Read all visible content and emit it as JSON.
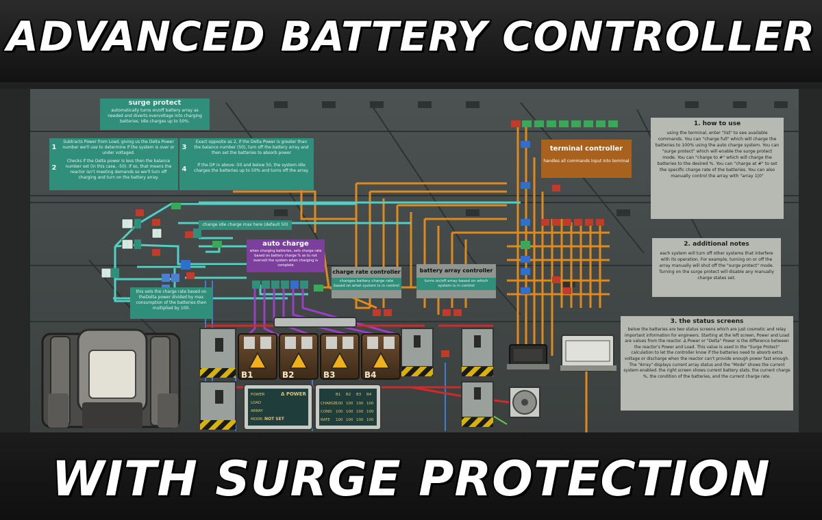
{
  "banner": {
    "top": "ADVANCED BATTERY CONTROLLER",
    "bottom": "WITH SURGE PROTECTION"
  },
  "surge_protect": {
    "title": "surge protect",
    "text": "automatically turns on/off battery array as needed and diverts overvoltage into charging batteries. Idle charges up to 50%."
  },
  "logic_notes": [
    {
      "num": "1",
      "text": "Subtracts Power from Load, giving us the Delta Power number we'll use to determine if the system is over or under voltaged."
    },
    {
      "num": "2",
      "text": "Checks if the Delta power is less then the balance number set (in this case, -50). If so, that means the reactor isn't meeting demands so we'll turn off charging and turn on the battery array."
    },
    {
      "num": "3",
      "text": "Exact opposite as 2, if the Delta Power is greater than the balance number (50), turn off the battery array and then set the batteries to absorb power"
    },
    {
      "num": "4",
      "text": "If the DP in above -50 and below 50, the system idle charges the batteries up to 50% and turns off the array."
    }
  ],
  "idle_charge_note": "change idle charge max here (default 50)",
  "auto_charge": {
    "title": "auto charge",
    "text": "when charging batteries, sets charge rate based on battery charge % as to not overvolt the system when charging is complete"
  },
  "delta_note": "this sets the charge rate based on theDelta power divided by max consumption of the batteries then multiplied by 100.",
  "charge_rate_controller": {
    "title": "charge rate controller",
    "text": "changes battery charge rate based on what system is in control"
  },
  "battery_array_controller": {
    "title": "battery array controller",
    "text": "turns on/off array based on which system is in control"
  },
  "terminal_controller": {
    "title": "terminal controller",
    "text": "handles all commands input into terminal"
  },
  "how_to_use": {
    "title": "1. how to use",
    "text": "using the terminal, enter \"list\" to see available commands. You can \"charge full\" which will charge the batteries to 100% using the auto charge system. You can \"surge protect\" which will enable the surge protect mode. You can \"charge to #\" which will charge the batteries to the desired %. You can \"charge at #\" to set the specific charge rate of the batteries. You can also manually control the array with \"array 1|0\""
  },
  "additional_notes": {
    "title": "2. additional notes",
    "text": "each system will turn off other systems that interfere with its operation. For example, turning on or off the array manually will shut off the \"surge protect\" mode. Turning on the surge protect will disable any manually charge states set."
  },
  "status_screens": {
    "title": "3. the status screens",
    "text": "below the batteries are two status screens which are just cosmetic and relay important information for engineers. Starting at the left screen, Power and Load are values from the reactor. Δ Power or \"Delta\" Power is the difference between the reactor's Power and Load. This value is used in the \"Surge Protect\" calculation to let the controller know if the batteries need to absorb extra voltage or discharge when the reactor can't provide enough power fast enough. The \"Array\" displays current array status and the \"Mode\" shows the current system enabled. the right screen shows current battery stats. the current charge %, the condition of the batteries, and the current charge rate."
  },
  "batteries": [
    "B1",
    "B2",
    "B3",
    "B4"
  ],
  "left_screen": {
    "rows": [
      "POWER",
      "LOAD",
      "ARRAY",
      "MODE:"
    ],
    "delta_label": "Δ POWER",
    "mode_value": "NOT SET"
  },
  "right_screen": {
    "headers": [
      "B1",
      "B2",
      "B3",
      "B4"
    ],
    "rows": [
      {
        "label": "CHARGE",
        "values": [
          "100",
          "100",
          "100",
          "100"
        ]
      },
      {
        "label": "COND",
        "values": [
          "100",
          "100",
          "100",
          "100"
        ]
      },
      {
        "label": "RATE",
        "values": [
          "100",
          "100",
          "100",
          "100"
        ]
      }
    ]
  },
  "node_labels": {
    "n1": "1",
    "n2": "2",
    "n3": "3",
    "n4": "4"
  },
  "colors": {
    "teal_wire": "#4fd1c5",
    "orange_wire": "#e08a1e",
    "purple_wire": "#9b3fc4",
    "red_wire": "#d02a2a",
    "blue_wire": "#3c7fd0",
    "note_teal": "#2f8f7a",
    "note_gray": "#b7b9b3"
  }
}
